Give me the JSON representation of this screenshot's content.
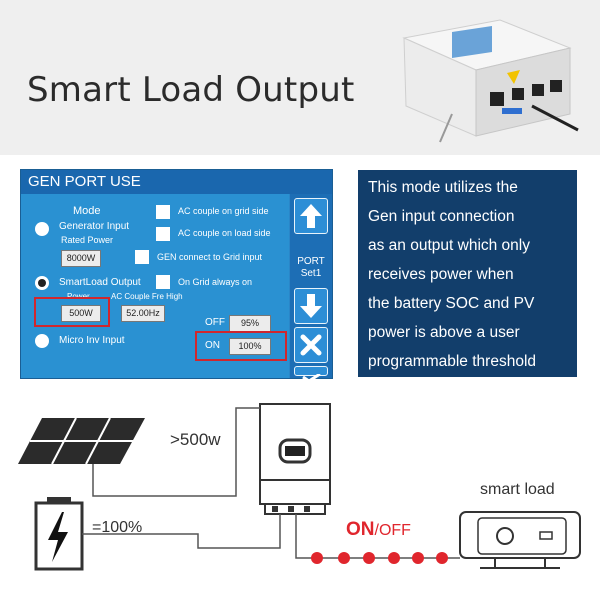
{
  "title": "Smart Load Output",
  "screen": {
    "header": "GEN PORT USE",
    "mode_label": "Mode",
    "generator_input": "Generator Input",
    "rated_power": "Rated Power",
    "rated_power_value": "8000W",
    "smartload_output": "SmartLoad Output",
    "power": "Power",
    "power_value": "500W",
    "ac_couple_fre_high": "AC Couple Fre High",
    "ac_couple_fre_value": "52.00Hz",
    "micro_inv_input": "Micro Inv Input",
    "ac_couple_grid_side": "AC couple on grid side",
    "ac_couple_load_side": "AC couple on load side",
    "gen_connect_grid": "GEN connect to Grid input",
    "on_grid_always_on": "On Grid always on",
    "off_label": "OFF",
    "off_value": "95%",
    "on_label": "ON",
    "on_value": "100%",
    "port_label_1": "PORT",
    "port_label_2": "Set1"
  },
  "description": [
    "This mode utilizes the",
    "Gen input connection",
    "as an output which only",
    "receives power when",
    "the battery SOC and PV",
    "power is above a user",
    "programmable threshold"
  ],
  "diagram": {
    "pv_power": ">500w",
    "battery_soc": "=100%",
    "smart_load": "smart  load",
    "on_text": "ON",
    "off_text": "/OFF"
  },
  "colors": {
    "accent_red": "#e0262d",
    "screen_blue": "#2a91d2",
    "desc_navy": "#123e6b"
  }
}
